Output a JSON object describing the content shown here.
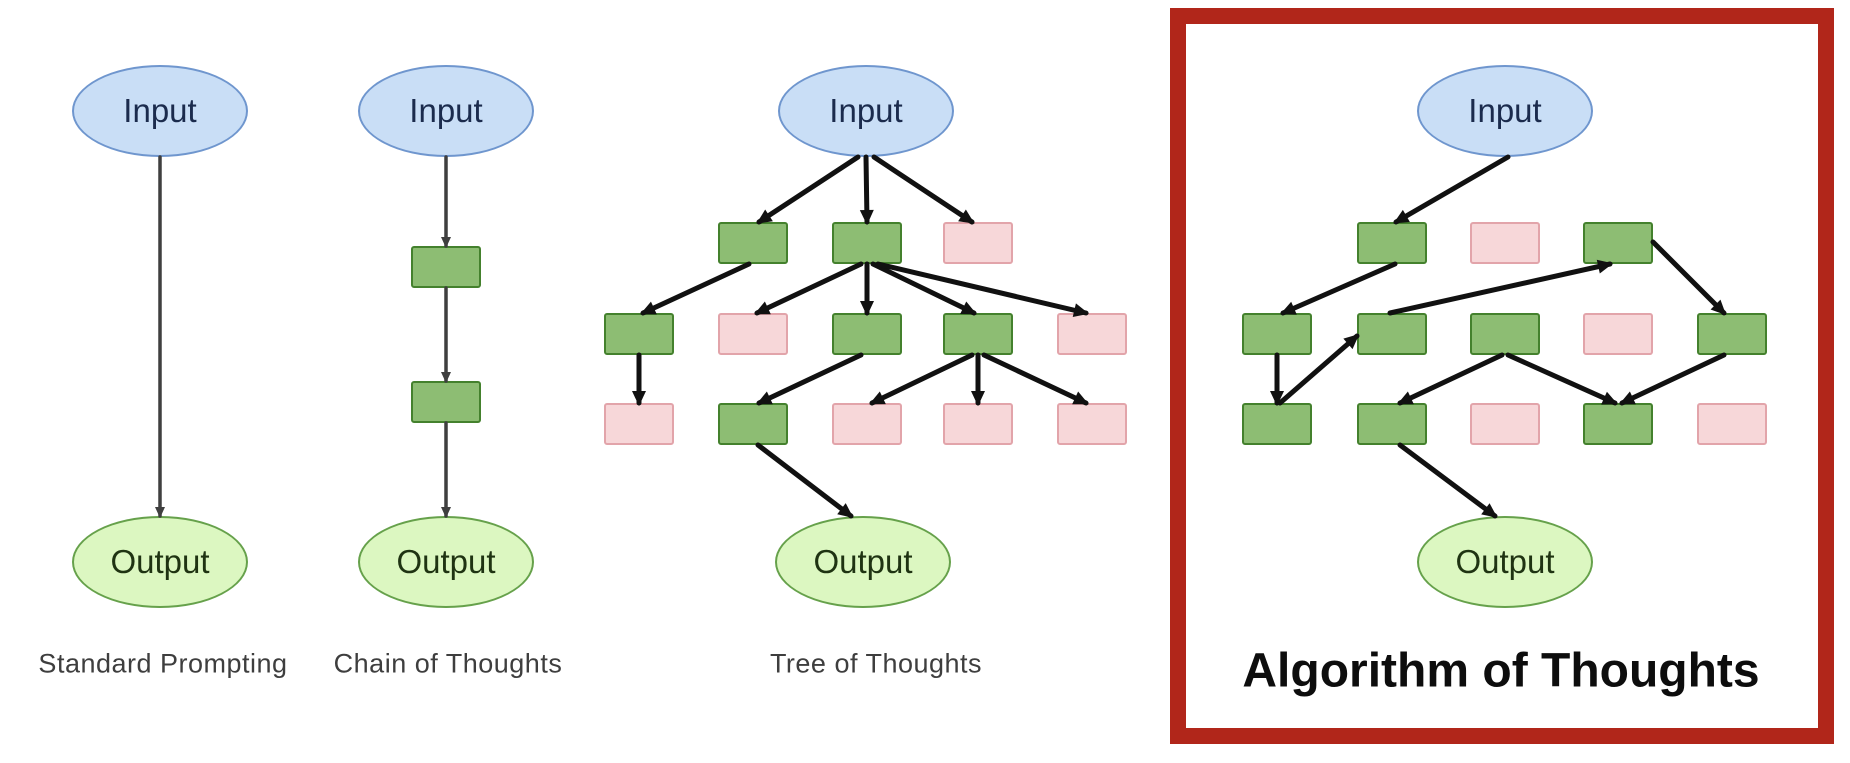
{
  "diagram_type": "prompting-strategies-comparison",
  "colors": {
    "background": "#ffffff",
    "input_fill": "#c9def6",
    "input_stroke": "#6f96ce",
    "input_text": "#1b2b4d",
    "output_fill": "#dcf7c1",
    "output_stroke": "#66a14b",
    "output_text": "#1f3312",
    "green_box_fill": "#8dbd73",
    "green_box_stroke": "#44812d",
    "pink_box_fill": "#f7d7d9",
    "pink_box_stroke": "#e2a4aa",
    "thin_arrow": "#3f3f3f",
    "thick_arrow": "#111111",
    "label_color": "#3e3e3e",
    "highlight_border": "#b1261a"
  },
  "panels": [
    {
      "id": "standard",
      "title": "Standard Prompting",
      "input_label": "Input",
      "output_label": "Output",
      "arrow_style": "thin",
      "highlighted": false,
      "boxes": [],
      "edges": [
        {
          "from": "input",
          "to": "output"
        }
      ]
    },
    {
      "id": "chain",
      "title": "Chain of Thoughts",
      "input_label": "Input",
      "output_label": "Output",
      "arrow_style": "thin",
      "highlighted": false,
      "boxes": [
        {
          "id": "box1",
          "slot": 0,
          "color": "green"
        },
        {
          "id": "box2",
          "slot": 1,
          "color": "green"
        }
      ],
      "edges": [
        {
          "from": "input",
          "to": "box1"
        },
        {
          "from": "box1",
          "to": "box2"
        },
        {
          "from": "box2",
          "to": "output"
        }
      ]
    },
    {
      "id": "tree",
      "title": "Tree of Thoughts",
      "input_label": "Input",
      "output_label": "Output",
      "arrow_style": "thick",
      "highlighted": false,
      "boxes": [
        {
          "id": "r1c2",
          "row": 1,
          "col": 2,
          "color": "green"
        },
        {
          "id": "r1c3",
          "row": 1,
          "col": 3,
          "color": "green"
        },
        {
          "id": "r1c4",
          "row": 1,
          "col": 4,
          "color": "pink"
        },
        {
          "id": "r2c1",
          "row": 2,
          "col": 1,
          "color": "green"
        },
        {
          "id": "r2c2",
          "row": 2,
          "col": 2,
          "color": "pink"
        },
        {
          "id": "r2c3",
          "row": 2,
          "col": 3,
          "color": "green"
        },
        {
          "id": "r2c4",
          "row": 2,
          "col": 4,
          "color": "green"
        },
        {
          "id": "r2c5",
          "row": 2,
          "col": 5,
          "color": "pink"
        },
        {
          "id": "r3c1",
          "row": 3,
          "col": 1,
          "color": "pink"
        },
        {
          "id": "r3c2",
          "row": 3,
          "col": 2,
          "color": "green"
        },
        {
          "id": "r3c3",
          "row": 3,
          "col": 3,
          "color": "pink"
        },
        {
          "id": "r3c4",
          "row": 3,
          "col": 4,
          "color": "pink"
        },
        {
          "id": "r3c5",
          "row": 3,
          "col": 5,
          "color": "pink"
        }
      ],
      "edges": [
        {
          "from": "input",
          "to": "r1c2",
          "fdx": -8,
          "tdx": 6
        },
        {
          "from": "input",
          "to": "r1c3"
        },
        {
          "from": "input",
          "to": "r1c4",
          "fdx": 8,
          "tdx": -6
        },
        {
          "from": "r1c2",
          "to": "r2c1",
          "fdx": -4,
          "tdx": 4
        },
        {
          "from": "r1c3",
          "to": "r2c2",
          "fdx": -6,
          "tdx": 4
        },
        {
          "from": "r1c3",
          "to": "r2c3"
        },
        {
          "from": "r1c3",
          "to": "r2c4",
          "fdx": 6,
          "tdx": -4
        },
        {
          "from": "r1c3",
          "to": "r2c5",
          "fdx": 11,
          "tdx": -6
        },
        {
          "from": "r2c1",
          "to": "r3c1"
        },
        {
          "from": "r2c3",
          "to": "r3c2",
          "fdx": -6,
          "tdx": 6
        },
        {
          "from": "r2c4",
          "to": "r3c3",
          "fdx": -6,
          "tdx": 5
        },
        {
          "from": "r2c4",
          "to": "r3c4"
        },
        {
          "from": "r2c4",
          "to": "r3c5",
          "fdx": 6,
          "tdx": -6
        },
        {
          "from": "r3c2",
          "to": "output",
          "fdx": 5,
          "tdx": -12
        }
      ]
    },
    {
      "id": "aot",
      "title": "Algorithm of Thoughts",
      "input_label": "Input",
      "output_label": "Output",
      "arrow_style": "thick",
      "highlighted": true,
      "boxes": [
        {
          "id": "r1c2",
          "row": 1,
          "col": 2,
          "color": "green"
        },
        {
          "id": "r1c3",
          "row": 1,
          "col": 3,
          "color": "pink"
        },
        {
          "id": "r1c4",
          "row": 1,
          "col": 4,
          "color": "green"
        },
        {
          "id": "r2c1",
          "row": 2,
          "col": 1,
          "color": "green"
        },
        {
          "id": "r2c2",
          "row": 2,
          "col": 2,
          "color": "green"
        },
        {
          "id": "r2c3",
          "row": 2,
          "col": 3,
          "color": "green"
        },
        {
          "id": "r2c4",
          "row": 2,
          "col": 4,
          "color": "pink"
        },
        {
          "id": "r2c5",
          "row": 2,
          "col": 5,
          "color": "green"
        },
        {
          "id": "r3c1",
          "row": 3,
          "col": 1,
          "color": "green"
        },
        {
          "id": "r3c2",
          "row": 3,
          "col": 2,
          "color": "green"
        },
        {
          "id": "r3c3",
          "row": 3,
          "col": 3,
          "color": "pink"
        },
        {
          "id": "r3c4",
          "row": 3,
          "col": 4,
          "color": "green"
        },
        {
          "id": "r3c5",
          "row": 3,
          "col": 5,
          "color": "pink"
        }
      ],
      "edges": [
        {
          "from": "input",
          "to": "r1c2",
          "fdx": 3,
          "tdx": 4
        },
        {
          "from": "r1c2",
          "to": "r2c1",
          "fdx": 3,
          "tdx": 6
        },
        {
          "from": "r2c1",
          "to": "r3c1"
        },
        {
          "from": "r3c1",
          "to": "r2c2",
          "f": "top",
          "fdx": 3,
          "t": "left",
          "tdy": 2
        },
        {
          "from": "r2c2",
          "to": "r1c4",
          "f": "top",
          "fdx": -2,
          "t": "bottom",
          "tdx": -8
        },
        {
          "from": "r1c4",
          "to": "r2c5",
          "f": "right",
          "fdy": -1,
          "t": "top",
          "tdx": -8
        },
        {
          "from": "r2c5",
          "to": "r3c4",
          "fdx": -8,
          "tdx": 4
        },
        {
          "from": "r2c3",
          "to": "r3c2",
          "fdx": -3,
          "tdx": 8
        },
        {
          "from": "r2c3",
          "to": "r3c4",
          "fdx": 3,
          "tdx": -3
        },
        {
          "from": "r3c2",
          "to": "output",
          "fdx": 8,
          "tdx": -10
        }
      ]
    }
  ]
}
